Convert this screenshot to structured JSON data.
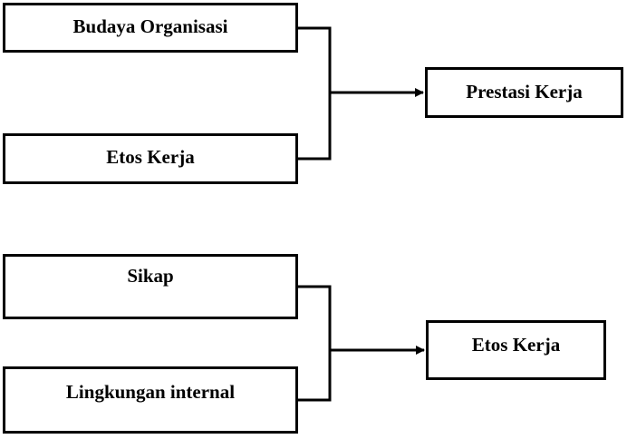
{
  "diagram": {
    "group1": {
      "input_top": "Budaya Organisasi",
      "input_bottom": "Etos Kerja",
      "output": "Prestasi Kerja"
    },
    "group2": {
      "input_top": "Sikap",
      "input_bottom": "Lingkungan internal",
      "output": "Etos Kerja"
    },
    "line_color": "#000000",
    "box_border_color": "#000000"
  }
}
